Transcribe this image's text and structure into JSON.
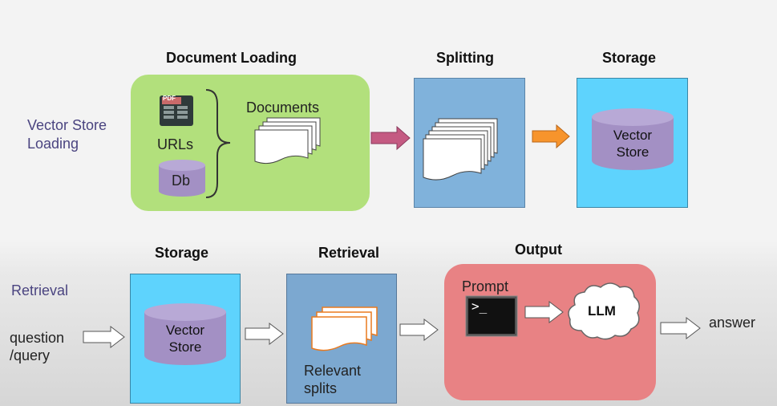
{
  "top_row": {
    "side_label": "Vector Store\nLoading",
    "document_loading": {
      "heading": "Document Loading",
      "pdf_label": "PDF",
      "urls_label": "URLs",
      "db_label": "Db",
      "documents_label": "Documents"
    },
    "splitting": {
      "heading": "Splitting"
    },
    "storage": {
      "heading": "Storage",
      "store_label": "Vector\nStore"
    }
  },
  "bottom_row": {
    "side_label": "Retrieval",
    "input_label": "question\n/query",
    "storage": {
      "heading": "Storage",
      "store_label": "Vector\nStore"
    },
    "retrieval": {
      "heading": "Retrieval",
      "splits_label": "Relevant\nsplits"
    },
    "output": {
      "heading": "Output",
      "prompt_label": "Prompt",
      "terminal_glyph": ">_",
      "llm_label": "LLM"
    },
    "answer_label": "answer"
  },
  "colors": {
    "loading_green": "#b2e07c",
    "splitting_blue": "#80b2db",
    "storage_cyan": "#5ed3fd",
    "retrieval_blue": "#7ca8d0",
    "output_red": "#e88284",
    "cylinder_purple": "#a390c4",
    "arrow_magenta": "#c45a82",
    "arrow_orange": "#f7942c",
    "side_label_purple": "#4a4480"
  }
}
